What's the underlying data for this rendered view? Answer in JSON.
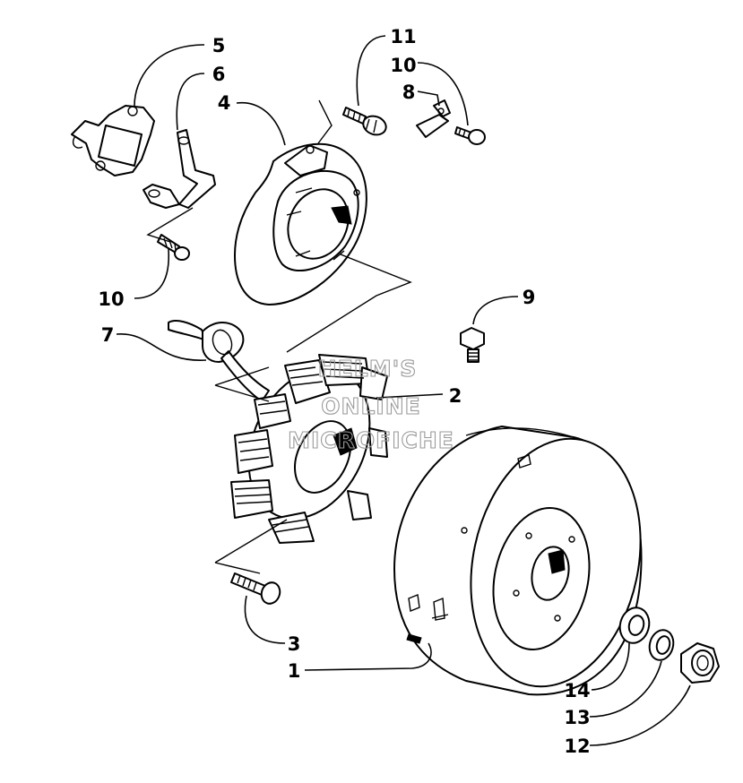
{
  "watermark": [
    "HELM'S",
    "ONLINE",
    "MICROFICHE"
  ],
  "callouts": {
    "c1": "1",
    "c2": "2",
    "c3": "3",
    "c4": "4",
    "c5": "5",
    "c6": "6",
    "c7": "7",
    "c8": "8",
    "c9": "9",
    "c10a": "10",
    "c10b": "10",
    "c11": "11",
    "c12": "12",
    "c13": "13",
    "c14": "14"
  }
}
